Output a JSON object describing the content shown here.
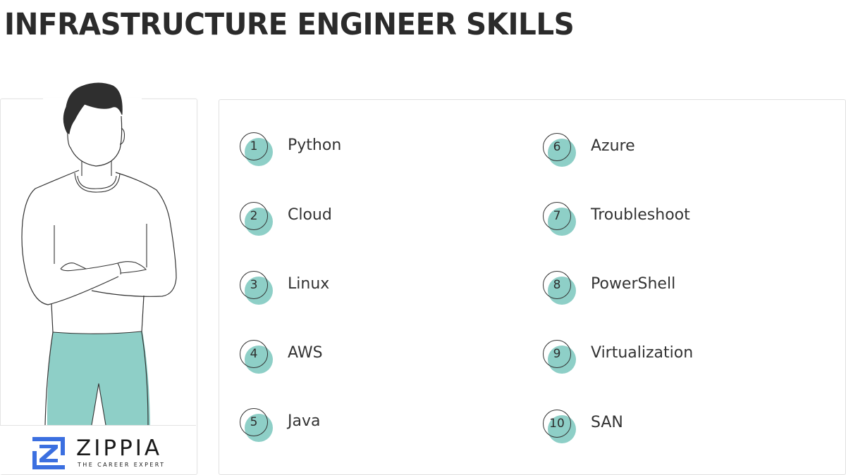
{
  "title": "INFRASTRUCTURE ENGINEER SKILLS",
  "colors": {
    "accent_teal": "#8ecfc7",
    "logo_blue": "#3b6fe0",
    "text": "#333333"
  },
  "brand": {
    "name": "ZIPPIA",
    "tagline": "THE CAREER EXPERT",
    "icon": "zippia-z-logo-icon"
  },
  "illustration": {
    "icon": "person-arms-crossed-illustration"
  },
  "skills": [
    {
      "num": "1",
      "label": "Python"
    },
    {
      "num": "2",
      "label": "Cloud"
    },
    {
      "num": "3",
      "label": "Linux"
    },
    {
      "num": "4",
      "label": "AWS"
    },
    {
      "num": "5",
      "label": "Java"
    },
    {
      "num": "6",
      "label": "Azure"
    },
    {
      "num": "7",
      "label": "Troubleshoot"
    },
    {
      "num": "8",
      "label": "PowerShell"
    },
    {
      "num": "9",
      "label": "Virtualization"
    },
    {
      "num": "10",
      "label": "SAN"
    }
  ]
}
